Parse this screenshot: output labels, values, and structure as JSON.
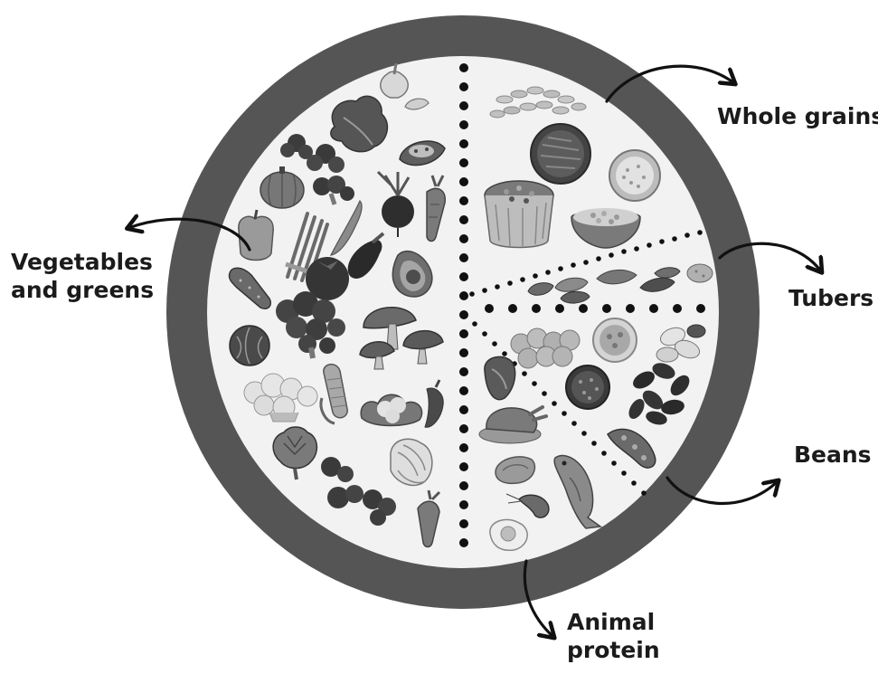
{
  "diagram": {
    "labels": {
      "whole_grains": "Whole grains",
      "vegetables_line1": "Vegetables",
      "vegetables_line2": "and greens",
      "tubers": "Tubers",
      "beans": "Beans",
      "animal_protein_line1": "Animal",
      "animal_protein_line2": "protein"
    },
    "colors": {
      "rim": "#555555",
      "plate": "#f2f2f2",
      "divider_dots": "#111111",
      "arrows": "#111111",
      "food_dark": "#5a5a5a",
      "food_mid": "#8a8a8a",
      "food_light": "#bdbdbd"
    },
    "sections": [
      {
        "name": "Vegetables and greens",
        "icons": [
          "garlic-icon",
          "lettuce-icon",
          "tomato-slice-icon",
          "broccoli-icon",
          "pumpkin-icon",
          "beet-icon",
          "carrot-icon",
          "bell-pepper-icon",
          "asparagus-icon",
          "eggplant-icon",
          "avocado-icon",
          "cucumber-icon",
          "mushroom-icon",
          "cabbage-icon",
          "cauliflower-icon",
          "corn-icon",
          "chili-icon",
          "artichoke-icon"
        ]
      },
      {
        "name": "Whole grains",
        "icons": [
          "seeds-icon",
          "grain-bowl-icon",
          "oats-bowl-icon",
          "grain-basket-icon"
        ]
      },
      {
        "name": "Tubers",
        "icons": [
          "sweet-potato-icon",
          "yam-icon",
          "potato-icon"
        ]
      },
      {
        "name": "Beans",
        "icons": [
          "chickpeas-icon",
          "bean-bowl-icon",
          "kidney-beans-icon",
          "lentils-icon"
        ]
      },
      {
        "name": "Animal protein",
        "icons": [
          "steak-icon",
          "roast-chicken-icon",
          "fish-icon",
          "shrimp-icon",
          "egg-icon",
          "oyster-icon"
        ]
      }
    ]
  }
}
